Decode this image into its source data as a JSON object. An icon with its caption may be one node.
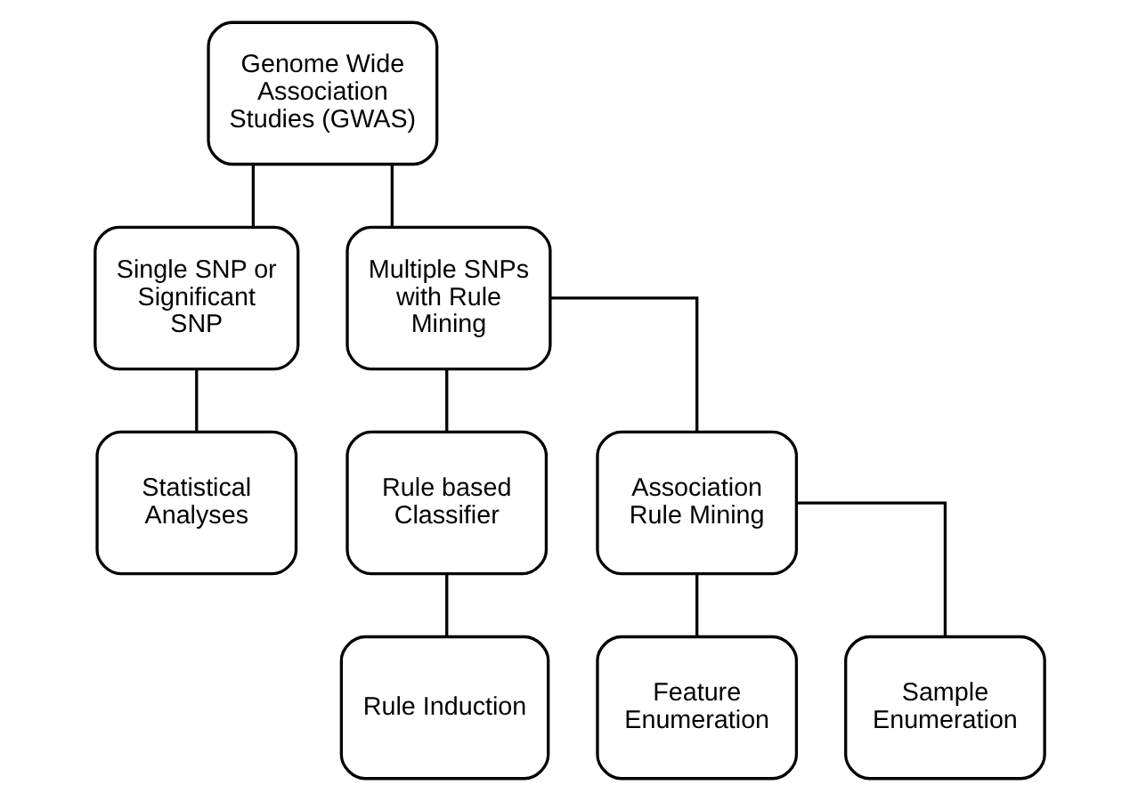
{
  "diagram": {
    "nodes": [
      {
        "text": [
          "Genome Wide Association Studies (GWAS)"
        ]
      },
      {
        "text": [
          "Single SNP or Significant SNP"
        ]
      },
      {
        "text": [
          "Multiple SNPs with Rule Mining"
        ]
      },
      {
        "text": [
          "Statistical Analyses"
        ]
      },
      {
        "text": [
          "Rule based Classifier"
        ]
      },
      {
        "text": [
          "Association Rule Mining"
        ]
      },
      {
        "text": [
          "Rule Induction"
        ]
      },
      {
        "text": [
          "Feature Enumeration"
        ]
      },
      {
        "text": [
          "Sample Enumeration"
        ]
      }
    ],
    "edges": [
      {
        "from": 0,
        "to": 1,
        "arrow": "none"
      },
      {
        "from": 0,
        "to": 2,
        "arrow": "none"
      },
      {
        "from": 1,
        "to": 3,
        "arrow": "none"
      },
      {
        "from": 2,
        "to": 4,
        "arrow": "none"
      },
      {
        "from": 2,
        "to": 5,
        "arrow": "none"
      },
      {
        "from": 4,
        "to": 6,
        "arrow": "none"
      },
      {
        "from": 5,
        "to": 7,
        "arrow": "none"
      },
      {
        "from": 5,
        "to": 8,
        "arrow": "none"
      }
    ]
  }
}
